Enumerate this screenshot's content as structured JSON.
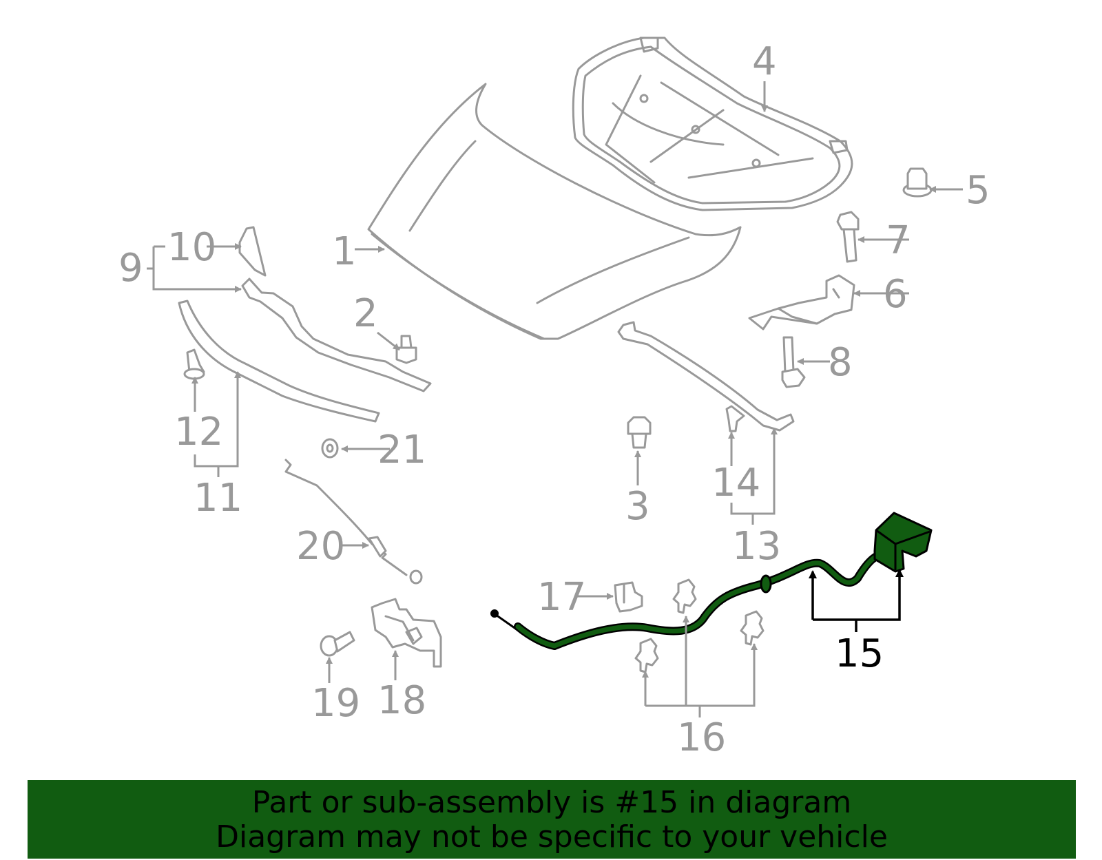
{
  "colors": {
    "highlight": "#115c11",
    "part_stroke": "#999999",
    "callout_highlight": "#000000"
  },
  "callouts": [
    "1",
    "2",
    "3",
    "4",
    "5",
    "6",
    "7",
    "8",
    "9",
    "10",
    "11",
    "12",
    "13",
    "14",
    "15",
    "16",
    "17",
    "18",
    "19",
    "20",
    "21"
  ],
  "banner": {
    "line1": "Part or sub-assembly is #15 in diagram",
    "line2": "Diagram may not be specific to your vehicle"
  }
}
